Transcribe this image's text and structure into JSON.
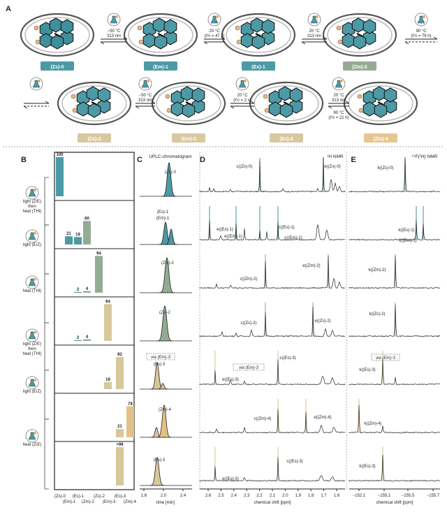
{
  "panels": {
    "a": "A",
    "b": "B",
    "c": "C",
    "d": "D",
    "e": "E"
  },
  "colors": {
    "teal": "#4b9aa6",
    "sage": "#93ab93",
    "sand": "#d7c79a",
    "gold": "#e3c186",
    "mol_z0": "#3f8f9c",
    "pill_teal": "#4b9aa6",
    "pill_sage": "#95ac94",
    "pill_sand": "#d8c8a0",
    "pill_gold": "#e7c590"
  },
  "scheme": {
    "row1_labels": [
      "(Zs)-0",
      "(Em)-1",
      "(Es)-1",
      "(Zm)-2"
    ],
    "row2_labels": [
      "(Zs)-2",
      "(Em)-3",
      "(Es)-3",
      "(Zm)-4"
    ],
    "arrow1": {
      "top": "−50 °C",
      "bottom": "313 nm"
    },
    "arrow2": {
      "top": "20 °C",
      "bottom": "(t½ = 47 s)"
    },
    "arrow3": {
      "top": "20 °C",
      "bottom": "313 nm"
    },
    "arrow4": {
      "top": "90 °C",
      "bottom": "(t½ = 79 h)"
    },
    "arrow5": {
      "top": "−50 °C",
      "bottom": "313 nm"
    },
    "arrow6": {
      "top": "20 °C",
      "bottom": "(t½ = 2 s)"
    },
    "arrow7": {
      "top": "20 °C",
      "bottom": "313 nm",
      "extra1": "90 °C",
      "extra2": "(t½ = 21 h)"
    }
  },
  "condition_labels": [
    [
      "light (Z/E)",
      "then",
      "heat (THI)"
    ],
    [
      "light (E/Z)"
    ],
    [
      "heat (THI)"
    ],
    [
      "light (Z/E)",
      "then",
      "heat (THI)"
    ],
    [
      "light (E/Z)"
    ],
    [
      "heat (Z/E)"
    ]
  ],
  "chart_data": {
    "type": "bar",
    "categories": [
      "(Zs)-0",
      "(Em)-1",
      "(Es)-1",
      "(Zm)-2",
      "(Zs)-2",
      "(Em)-3",
      "(Es)-3",
      "(Zm)-4"
    ],
    "x_tick_labels_top": [
      "(Zs)-0",
      "(Es)-1",
      "(Zs)-2",
      "(Es)-3"
    ],
    "x_tick_labels_bottom": [
      "(Em)-1",
      "(Zm)-2",
      "(Em)-3",
      "(Zm)-4"
    ],
    "rows": [
      {
        "values": [
          100,
          0,
          0,
          0,
          0,
          0,
          0,
          0
        ],
        "labels": [
          "100"
        ]
      },
      {
        "values": [
          0,
          21,
          19,
          60,
          0,
          0,
          0,
          0
        ],
        "labels": [
          "21",
          "19",
          "60"
        ]
      },
      {
        "values": [
          0,
          0,
          2,
          4,
          94,
          0,
          0,
          0
        ],
        "labels": [
          "2",
          "4",
          "94"
        ]
      },
      {
        "values": [
          0,
          0,
          2,
          4,
          0,
          94,
          0,
          0
        ],
        "labels": [
          "2",
          "4",
          "94"
        ]
      },
      {
        "values": [
          0,
          0,
          0,
          0,
          0,
          18,
          82,
          0
        ],
        "labels": [
          "18",
          "82"
        ]
      },
      {
        "values": [
          0,
          0,
          0,
          0,
          0,
          0,
          21,
          79
        ],
        "labels": [
          "21",
          "79"
        ]
      },
      {
        "values": [
          0,
          0,
          0,
          0,
          0,
          0,
          98,
          0
        ],
        "labels": [
          ">98"
        ]
      }
    ]
  },
  "uplc": {
    "title": "UPLC-chromatogram",
    "xlabel": "time [min]",
    "ticks": [
      "1.6",
      "2.0",
      "2.4"
    ],
    "peak_labels": [
      "(Zs)-0",
      "(Es)-1",
      "(Em)-1",
      "(Zm)-2",
      "(Zs)-2",
      "via (Em)-3",
      "(Es)-3",
      "(Zm)-4",
      "(Es)-3"
    ]
  },
  "hnmr": {
    "title": "¹H NMR",
    "xlabel": "chemical shift [ppm]",
    "ticks": [
      "2.6",
      "2.5",
      "2.4",
      "2.3",
      "2.2",
      "2.1",
      "2.0",
      "1.9",
      "1.8",
      "1.7",
      "1.6"
    ],
    "annotations": [
      "c((Zs)-0)",
      "e((Zs)-0)",
      "c((Es)-1)",
      "e((Es)-1)",
      "e((Em)-1)",
      "c((Em)-1)",
      "c((Zm)-2)",
      "e((Zm)-2)",
      "c((Zs)-2)",
      "e((Zs)-2)",
      "c((Es)-3)",
      "via (Em)-3",
      "e((Es)-3)",
      "c((Zm)-4)",
      "e((Zm)-4)",
      "c((Es)-3)",
      "e((Es)-3)"
    ]
  },
  "fnmr": {
    "title": "¹⁹F{¹H} NMR",
    "xlabel": "chemical shift [ppm]",
    "ticks": [
      "−152.1",
      "−155.1",
      "−155.5",
      "−155.7"
    ],
    "annotations": [
      "k((Zs)-0)",
      "k((Es)-1)",
      "k((Em)-1)",
      "k((Zm)-2)",
      "k((Zs)-2)",
      "via (Em)-3",
      "k((Es)-3)",
      "k((Zm)-4)",
      "k((Es)-3)"
    ]
  }
}
